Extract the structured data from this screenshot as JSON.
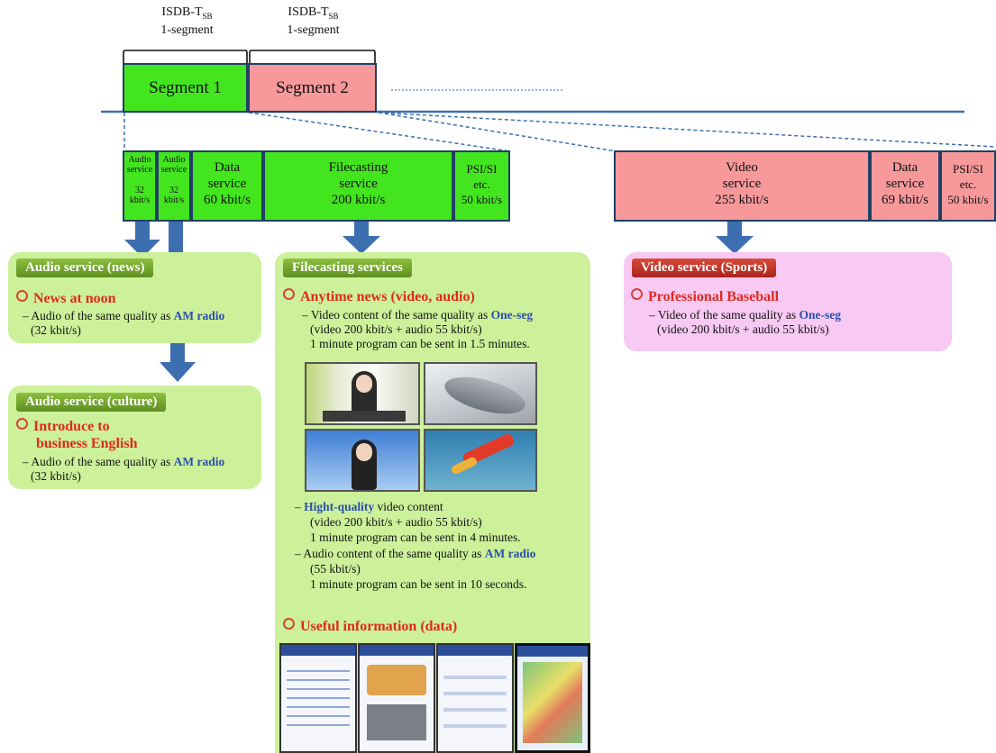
{
  "top_labels": [
    {
      "main": "ISDB-T",
      "sub": "SB",
      "line2": "1-segment"
    },
    {
      "main": "ISDB-T",
      "sub": "SB",
      "line2": "1-segment"
    }
  ],
  "segments": {
    "seg1": "Segment 1",
    "seg2": "Segment 2"
  },
  "green_cells": {
    "audio1": {
      "l1": "Audio",
      "l2": "service",
      "l3": "32",
      "l4": "kbit/s"
    },
    "audio2": {
      "l1": "Audio",
      "l2": "service",
      "l3": "32",
      "l4": "kbit/s"
    },
    "data": {
      "l1": "Data",
      "l2": "service",
      "l3": "60 kbit/s"
    },
    "file": {
      "l1": "Filecasting",
      "l2": "service",
      "l3": "200 kbit/s"
    },
    "psi": {
      "l1": "PSI/SI",
      "l2": "etc.",
      "l3": "50 kbit/s"
    }
  },
  "pink_cells": {
    "video": {
      "l1": "Video",
      "l2": "service",
      "l3": "255 kbit/s"
    },
    "data": {
      "l1": "Data",
      "l2": "service",
      "l3": "69 kbit/s"
    },
    "psi": {
      "l1": "PSI/SI",
      "l2": "etc.",
      "l3": "50 kbit/s"
    }
  },
  "audio_news": {
    "tag": "Audio service (news)",
    "head": "News at noon",
    "line1_pre": "– Audio of the same quality as ",
    "line1_hl": "AM radio",
    "line2": "(32 kbit/s)"
  },
  "audio_culture": {
    "tag": "Audio service (culture)",
    "head1": "Introduce to",
    "head2": "business English",
    "line1_pre": "– Audio of the same quality as ",
    "line1_hl": "AM radio",
    "line2": "(32 kbit/s)"
  },
  "filecasting": {
    "tag": "Filecasting services",
    "head": "Anytime news (video, audio)",
    "v1_pre": "– Video content of the same quality as ",
    "v1_hl": "One-seg",
    "v2": "(video 200 kbit/s + audio 55 kbit/s)",
    "v3": "1 minute program can be sent in 1.5 minutes.",
    "h1_pre": "– ",
    "h1_hl": "Hight-quality",
    "h1_post": " video content",
    "h2": "(video 200 kbit/s + audio 55 kbit/s)",
    "h3": "1 minute program can be sent in 4 minutes.",
    "a1_pre": "– Audio content of the same quality as ",
    "a1_hl": "AM radio",
    "a2": "(55 kbit/s)",
    "a3": "1 minute program can be sent in 10 seconds.",
    "head2": "Useful information (data)"
  },
  "video_sports": {
    "tag": "Video service (Sports)",
    "head": "Professional Baseball",
    "l1_pre": "– Video of the same quality as ",
    "l1_hl": "One-seg",
    "l2": "(video 200 kbit/s + audio 55 kbit/s)"
  },
  "colors": {
    "green": "#43e51f",
    "pink": "#f7999b",
    "panel_green": "#ccf19a",
    "panel_pink": "#f8c9f3",
    "heading_red": "#e0291e",
    "highlight_blue": "#2d4fa8",
    "arrow_blue": "#3d6fb0"
  }
}
